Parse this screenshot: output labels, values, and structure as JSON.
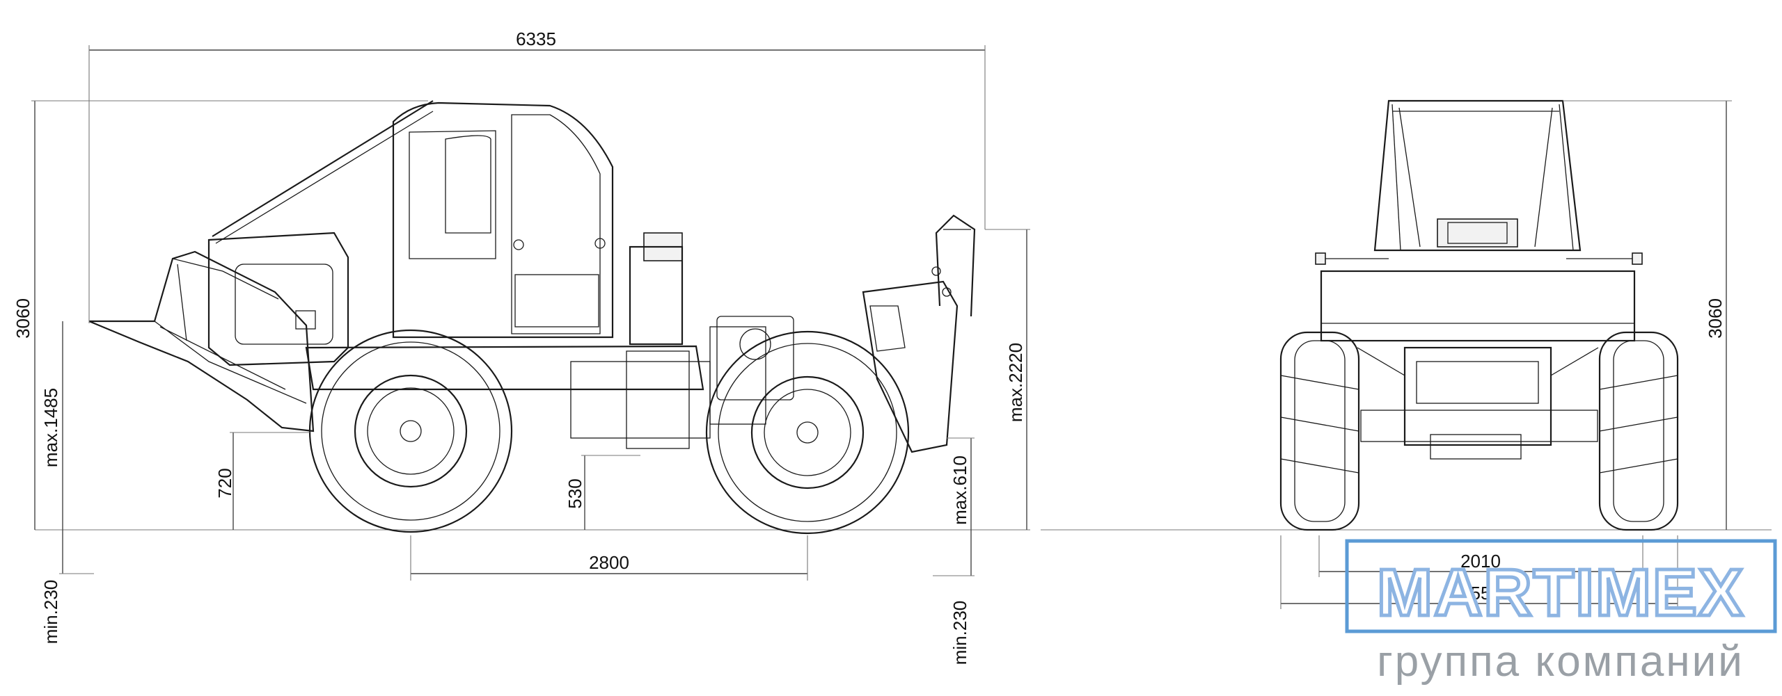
{
  "side_view": {
    "dim_overall_length": "6335",
    "dim_overall_height": "3060",
    "dim_blade_height": "max.1485",
    "dim_ground_clearance_front": "720",
    "dim_ground_clearance_mid": "530",
    "dim_wheelbase": "2800",
    "dim_rear_max_height": "max.2220",
    "dim_rear_ground": "max.610",
    "dim_blade_depth": "min.230",
    "dim_rear_depth": "min.230"
  },
  "front_view": {
    "dim_height": "3060",
    "dim_track": "2010",
    "dim_width": "2550"
  },
  "logo": {
    "name": "MARTIMEX",
    "subtitle": "группа компаний",
    "border_color": "#5b9bd5",
    "fill_color": "#8db4e2",
    "subtitle_color": "#9aa0a6"
  }
}
